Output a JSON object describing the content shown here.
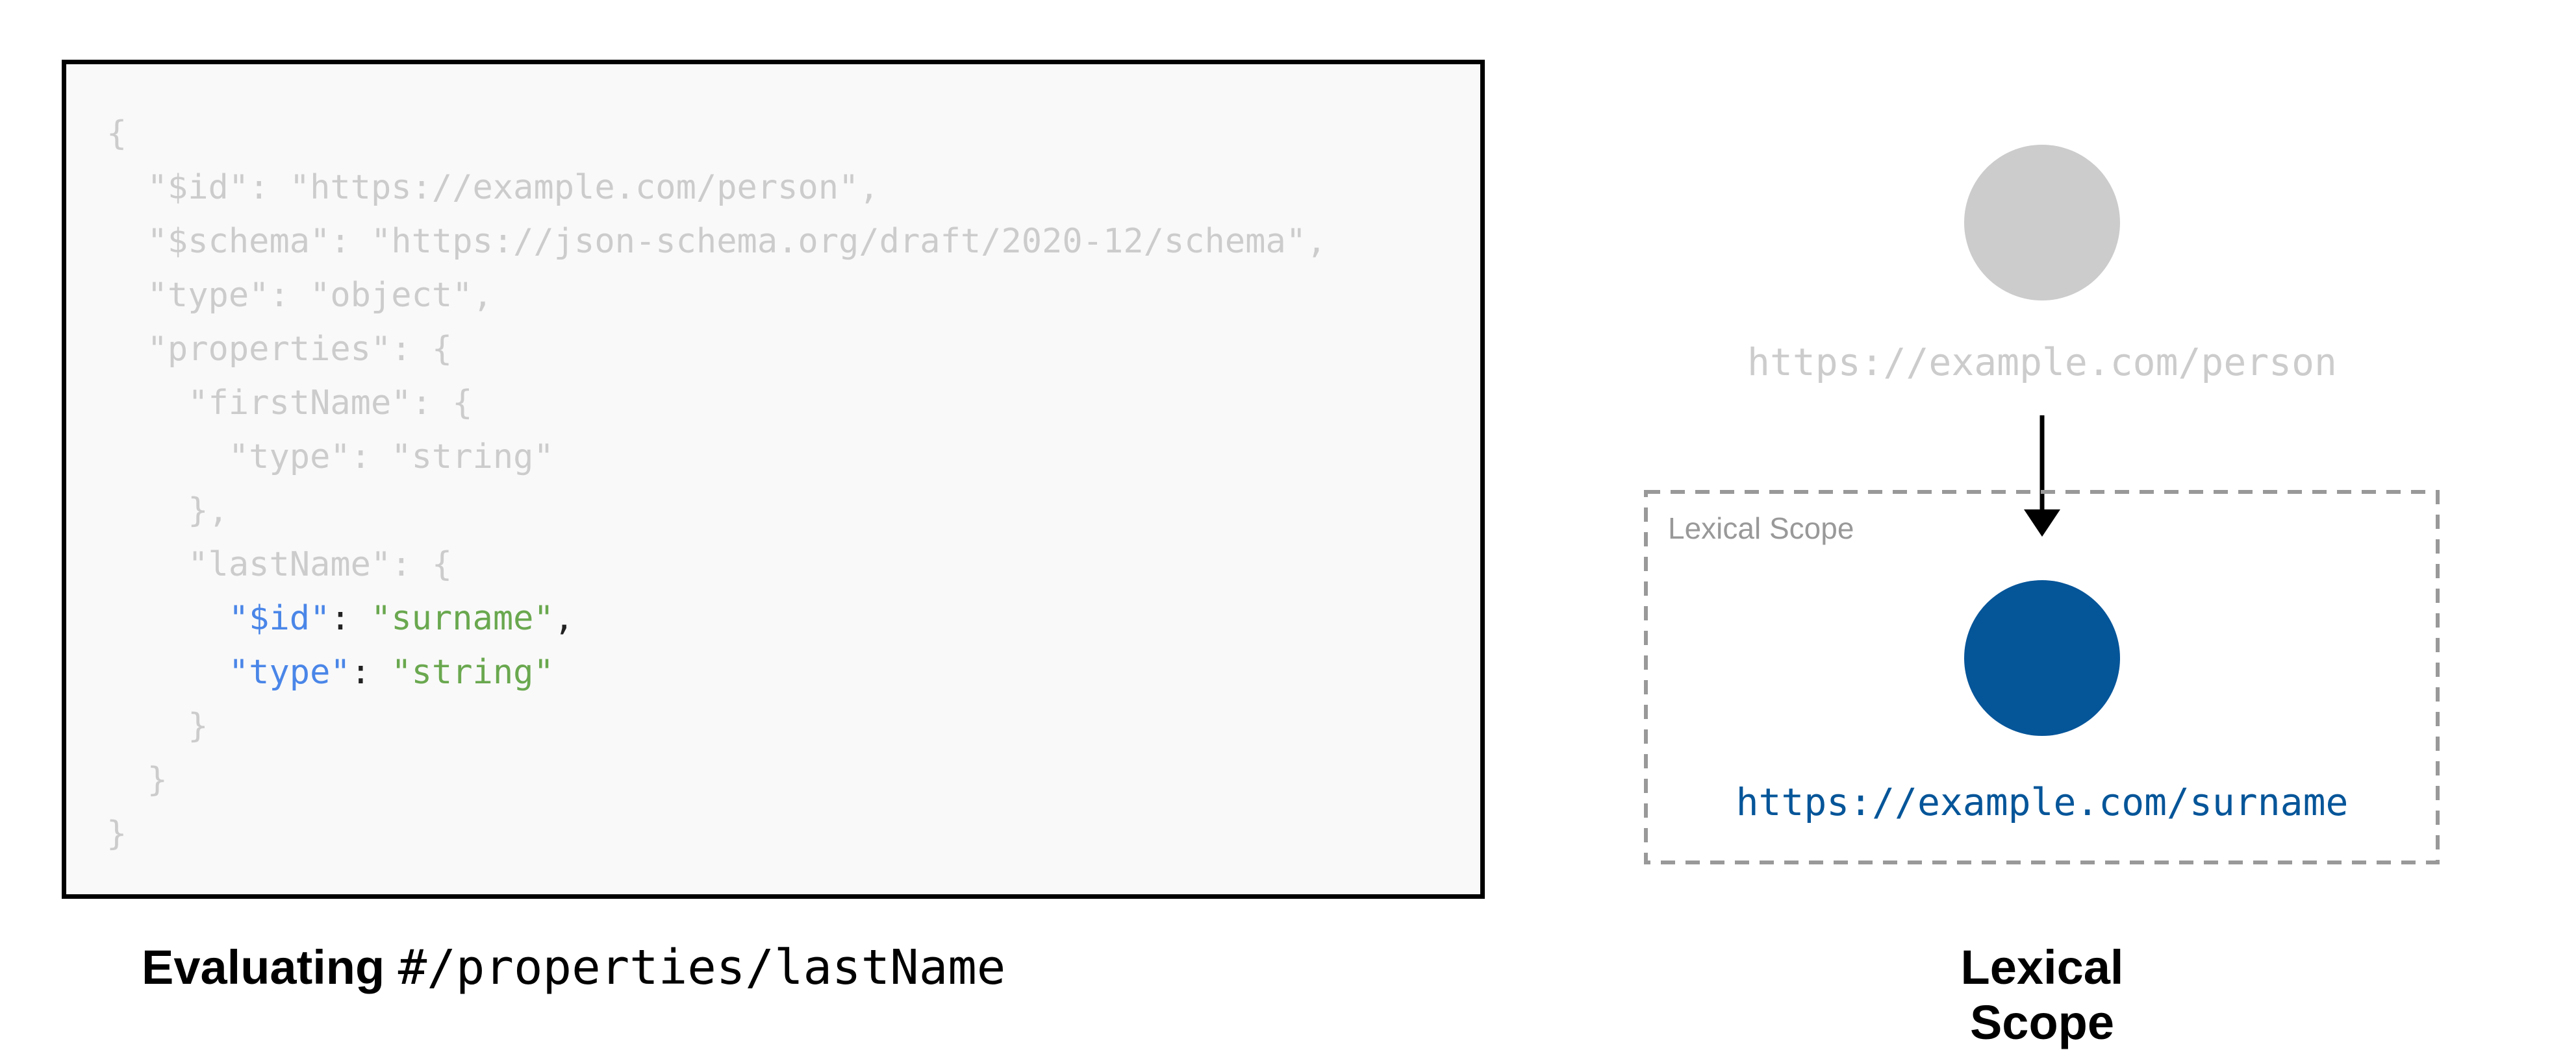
{
  "code": {
    "lines": [
      [
        {
          "t": "{",
          "c": "g"
        }
      ],
      [
        {
          "t": "  \"$id\": \"https://example.com/person\",",
          "c": "g"
        }
      ],
      [
        {
          "t": "  \"$schema\": \"https://json-schema.org/draft/2020-12/schema\",",
          "c": "g"
        }
      ],
      [
        {
          "t": "  \"type\": \"object\",",
          "c": "g"
        }
      ],
      [
        {
          "t": "  \"properties\": {",
          "c": "g"
        }
      ],
      [
        {
          "t": "    \"firstName\": {",
          "c": "g"
        }
      ],
      [
        {
          "t": "      \"type\": \"string\"",
          "c": "g"
        }
      ],
      [
        {
          "t": "    },",
          "c": "g"
        }
      ],
      [
        {
          "t": "    \"lastName\": {",
          "c": "g"
        }
      ],
      [
        {
          "t": "      ",
          "c": "g"
        },
        {
          "t": "\"$id\"",
          "c": "k"
        },
        {
          "t": ": ",
          "c": "p"
        },
        {
          "t": "\"surname\"",
          "c": "s"
        },
        {
          "t": ",",
          "c": "p"
        }
      ],
      [
        {
          "t": "      ",
          "c": "g"
        },
        {
          "t": "\"type\"",
          "c": "k"
        },
        {
          "t": ": ",
          "c": "p"
        },
        {
          "t": "\"string\"",
          "c": "s"
        }
      ],
      [
        {
          "t": "    }",
          "c": "g"
        }
      ],
      [
        {
          "t": "  }",
          "c": "g"
        }
      ],
      [
        {
          "t": "}",
          "c": "g"
        }
      ]
    ]
  },
  "caption_left": {
    "bold": "Evaluating",
    "mono": "#/properties/lastName"
  },
  "diagram": {
    "parent_uri": "https://example.com/person",
    "scope_label": "Lexical Scope",
    "child_uri": "https://example.com/surname",
    "colors": {
      "parent": "#cccccc",
      "child": "#055599",
      "scope_border": "#999999",
      "arrow": "#000000"
    }
  },
  "caption_right": "Lexical Scope"
}
